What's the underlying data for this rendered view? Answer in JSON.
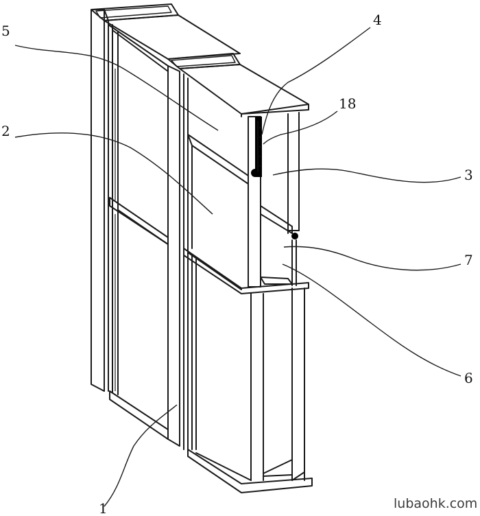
{
  "callouts": {
    "c1": "1",
    "c2": "2",
    "c3": "3",
    "c4": "4",
    "c5": "5",
    "c6": "6",
    "c7": "7",
    "c18": "18"
  },
  "watermark": "lubaohk.com"
}
